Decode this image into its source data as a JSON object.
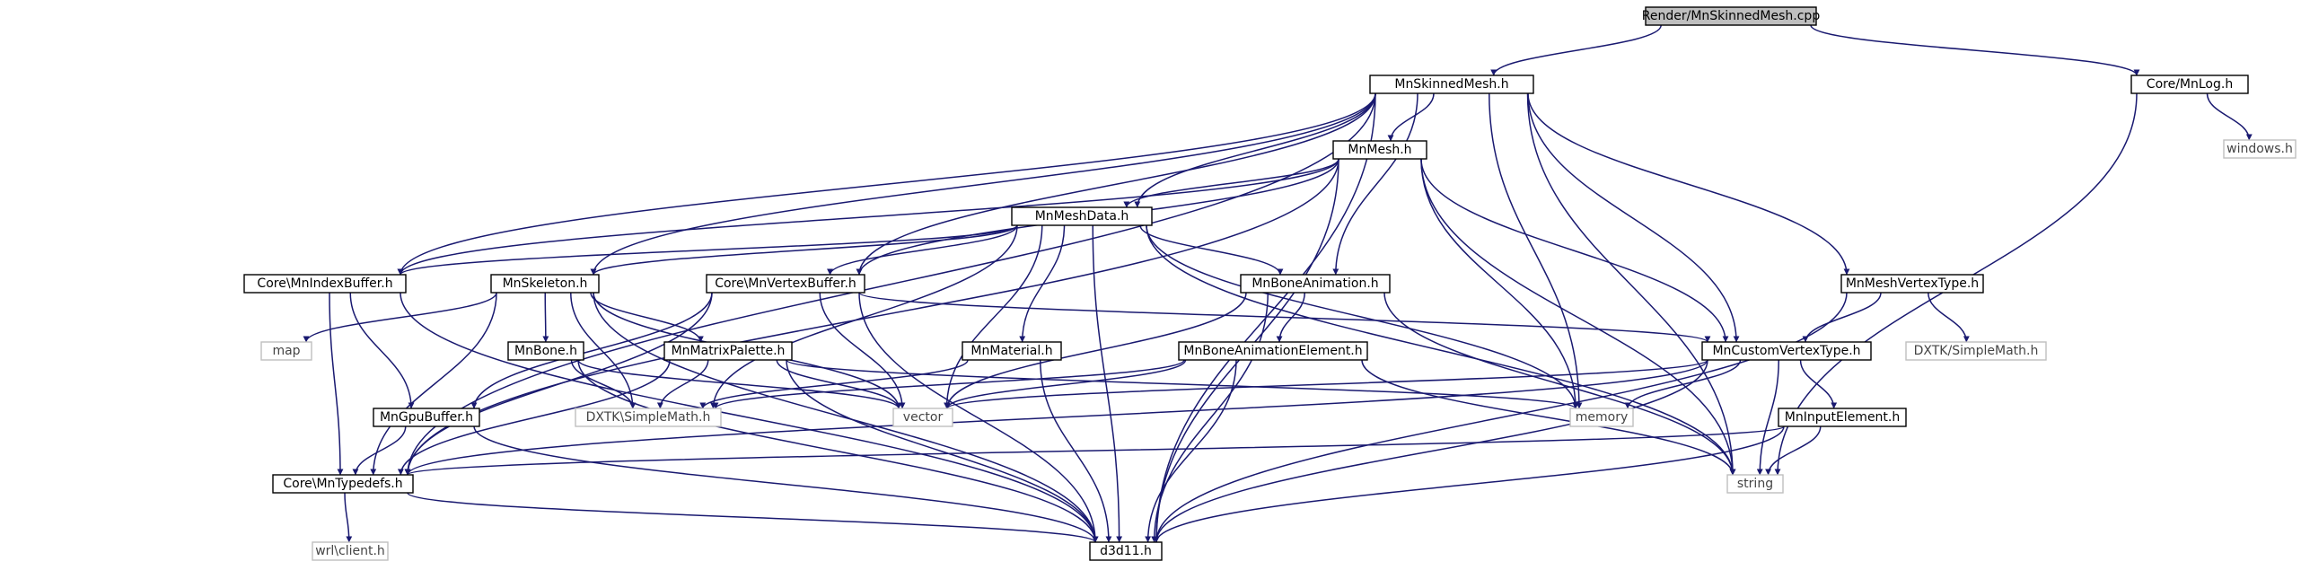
{
  "colors": {
    "edge": "#191970",
    "node_border": "#000000",
    "external_border": "#bfbfbf",
    "external_text": "#444444",
    "root_fill": "#bfbfbf",
    "node_fill": "#ffffff",
    "text": "#000000"
  },
  "nodes": {
    "root": {
      "label": "Render/MnSkinnedMesh.cpp",
      "kind": "root"
    },
    "skinned": {
      "label": "MnSkinnedMesh.h",
      "kind": "header"
    },
    "log": {
      "label": "Core/MnLog.h",
      "kind": "header"
    },
    "windows": {
      "label": "windows.h",
      "kind": "external"
    },
    "mesh": {
      "label": "MnMesh.h",
      "kind": "header"
    },
    "meshdata": {
      "label": "MnMeshData.h",
      "kind": "header"
    },
    "meshvertextype": {
      "label": "MnMeshVertexType.h",
      "kind": "header"
    },
    "indexbuffer": {
      "label": "Core\\MnIndexBuffer.h",
      "kind": "header"
    },
    "skeleton": {
      "label": "MnSkeleton.h",
      "kind": "header"
    },
    "vertexbuffer": {
      "label": "Core\\MnVertexBuffer.h",
      "kind": "header"
    },
    "boneanimation": {
      "label": "MnBoneAnimation.h",
      "kind": "header"
    },
    "dxtk_slash": {
      "label": "DXTK/SimpleMath.h",
      "kind": "external"
    },
    "map": {
      "label": "map",
      "kind": "external"
    },
    "bone": {
      "label": "MnBone.h",
      "kind": "header"
    },
    "matrixpalette": {
      "label": "MnMatrixPalette.h",
      "kind": "header"
    },
    "material": {
      "label": "MnMaterial.h",
      "kind": "header"
    },
    "boneanimelement": {
      "label": "MnBoneAnimationElement.h",
      "kind": "header"
    },
    "customvertextype": {
      "label": "MnCustomVertexType.h",
      "kind": "header"
    },
    "gpubuffer": {
      "label": "MnGpuBuffer.h",
      "kind": "header"
    },
    "dxtk_back": {
      "label": "DXTK\\SimpleMath.h",
      "kind": "external"
    },
    "vector": {
      "label": "vector",
      "kind": "external"
    },
    "memory": {
      "label": "memory",
      "kind": "external"
    },
    "inputelement": {
      "label": "MnInputElement.h",
      "kind": "header"
    },
    "typedefs": {
      "label": "Core\\MnTypedefs.h",
      "kind": "header"
    },
    "string": {
      "label": "string",
      "kind": "external"
    },
    "wrl": {
      "label": "wrl\\client.h",
      "kind": "external"
    },
    "d3d11": {
      "label": "d3d11.h",
      "kind": "header"
    }
  },
  "edges": [
    [
      "root",
      "skinned"
    ],
    [
      "root",
      "log"
    ],
    [
      "log",
      "windows"
    ],
    [
      "log",
      "string"
    ],
    [
      "skinned",
      "mesh"
    ],
    [
      "skinned",
      "meshdata"
    ],
    [
      "skinned",
      "indexbuffer"
    ],
    [
      "skinned",
      "skeleton"
    ],
    [
      "skinned",
      "vertexbuffer"
    ],
    [
      "skinned",
      "boneanimation"
    ],
    [
      "skinned",
      "customvertextype"
    ],
    [
      "skinned",
      "meshvertextype"
    ],
    [
      "skinned",
      "memory"
    ],
    [
      "skinned",
      "string"
    ],
    [
      "skinned",
      "d3d11"
    ],
    [
      "skinned",
      "typedefs"
    ],
    [
      "mesh",
      "meshdata"
    ],
    [
      "mesh",
      "indexbuffer"
    ],
    [
      "mesh",
      "vertexbuffer"
    ],
    [
      "mesh",
      "customvertextype"
    ],
    [
      "mesh",
      "memory"
    ],
    [
      "mesh",
      "string"
    ],
    [
      "mesh",
      "d3d11"
    ],
    [
      "mesh",
      "typedefs"
    ],
    [
      "meshdata",
      "indexbuffer"
    ],
    [
      "meshdata",
      "skeleton"
    ],
    [
      "meshdata",
      "vertexbuffer"
    ],
    [
      "meshdata",
      "boneanimation"
    ],
    [
      "meshdata",
      "material"
    ],
    [
      "meshdata",
      "dxtk_back"
    ],
    [
      "meshdata",
      "vector"
    ],
    [
      "meshdata",
      "memory"
    ],
    [
      "meshdata",
      "string"
    ],
    [
      "meshdata",
      "d3d11"
    ],
    [
      "indexbuffer",
      "gpubuffer"
    ],
    [
      "indexbuffer",
      "typedefs"
    ],
    [
      "indexbuffer",
      "d3d11"
    ],
    [
      "skeleton",
      "map"
    ],
    [
      "skeleton",
      "bone"
    ],
    [
      "skeleton",
      "matrixpalette"
    ],
    [
      "skeleton",
      "dxtk_back"
    ],
    [
      "skeleton",
      "vector"
    ],
    [
      "skeleton",
      "typedefs"
    ],
    [
      "skeleton",
      "d3d11"
    ],
    [
      "vertexbuffer",
      "gpubuffer"
    ],
    [
      "vertexbuffer",
      "customvertextype"
    ],
    [
      "vertexbuffer",
      "vector"
    ],
    [
      "vertexbuffer",
      "typedefs"
    ],
    [
      "vertexbuffer",
      "d3d11"
    ],
    [
      "boneanimation",
      "boneanimelement"
    ],
    [
      "boneanimation",
      "vector"
    ],
    [
      "boneanimation",
      "string"
    ],
    [
      "boneanimation",
      "d3d11"
    ],
    [
      "meshvertextype",
      "customvertextype"
    ],
    [
      "meshvertextype",
      "dxtk_slash"
    ],
    [
      "meshvertextype",
      "d3d11"
    ],
    [
      "bone",
      "dxtk_back"
    ],
    [
      "bone",
      "vector"
    ],
    [
      "bone",
      "d3d11"
    ],
    [
      "matrixpalette",
      "dxtk_back"
    ],
    [
      "matrixpalette",
      "vector"
    ],
    [
      "matrixpalette",
      "memory"
    ],
    [
      "matrixpalette",
      "typedefs"
    ],
    [
      "matrixpalette",
      "d3d11"
    ],
    [
      "material",
      "dxtk_back"
    ],
    [
      "material",
      "d3d11"
    ],
    [
      "boneanimelement",
      "dxtk_back"
    ],
    [
      "boneanimelement",
      "vector"
    ],
    [
      "boneanimelement",
      "string"
    ],
    [
      "boneanimelement",
      "d3d11"
    ],
    [
      "customvertextype",
      "inputelement"
    ],
    [
      "customvertextype",
      "vector"
    ],
    [
      "customvertextype",
      "memory"
    ],
    [
      "customvertextype",
      "string"
    ],
    [
      "customvertextype",
      "typedefs"
    ],
    [
      "customvertextype",
      "d3d11"
    ],
    [
      "inputelement",
      "string"
    ],
    [
      "inputelement",
      "typedefs"
    ],
    [
      "inputelement",
      "d3d11"
    ],
    [
      "gpubuffer",
      "typedefs"
    ],
    [
      "gpubuffer",
      "d3d11"
    ],
    [
      "typedefs",
      "wrl"
    ],
    [
      "typedefs",
      "d3d11"
    ]
  ]
}
